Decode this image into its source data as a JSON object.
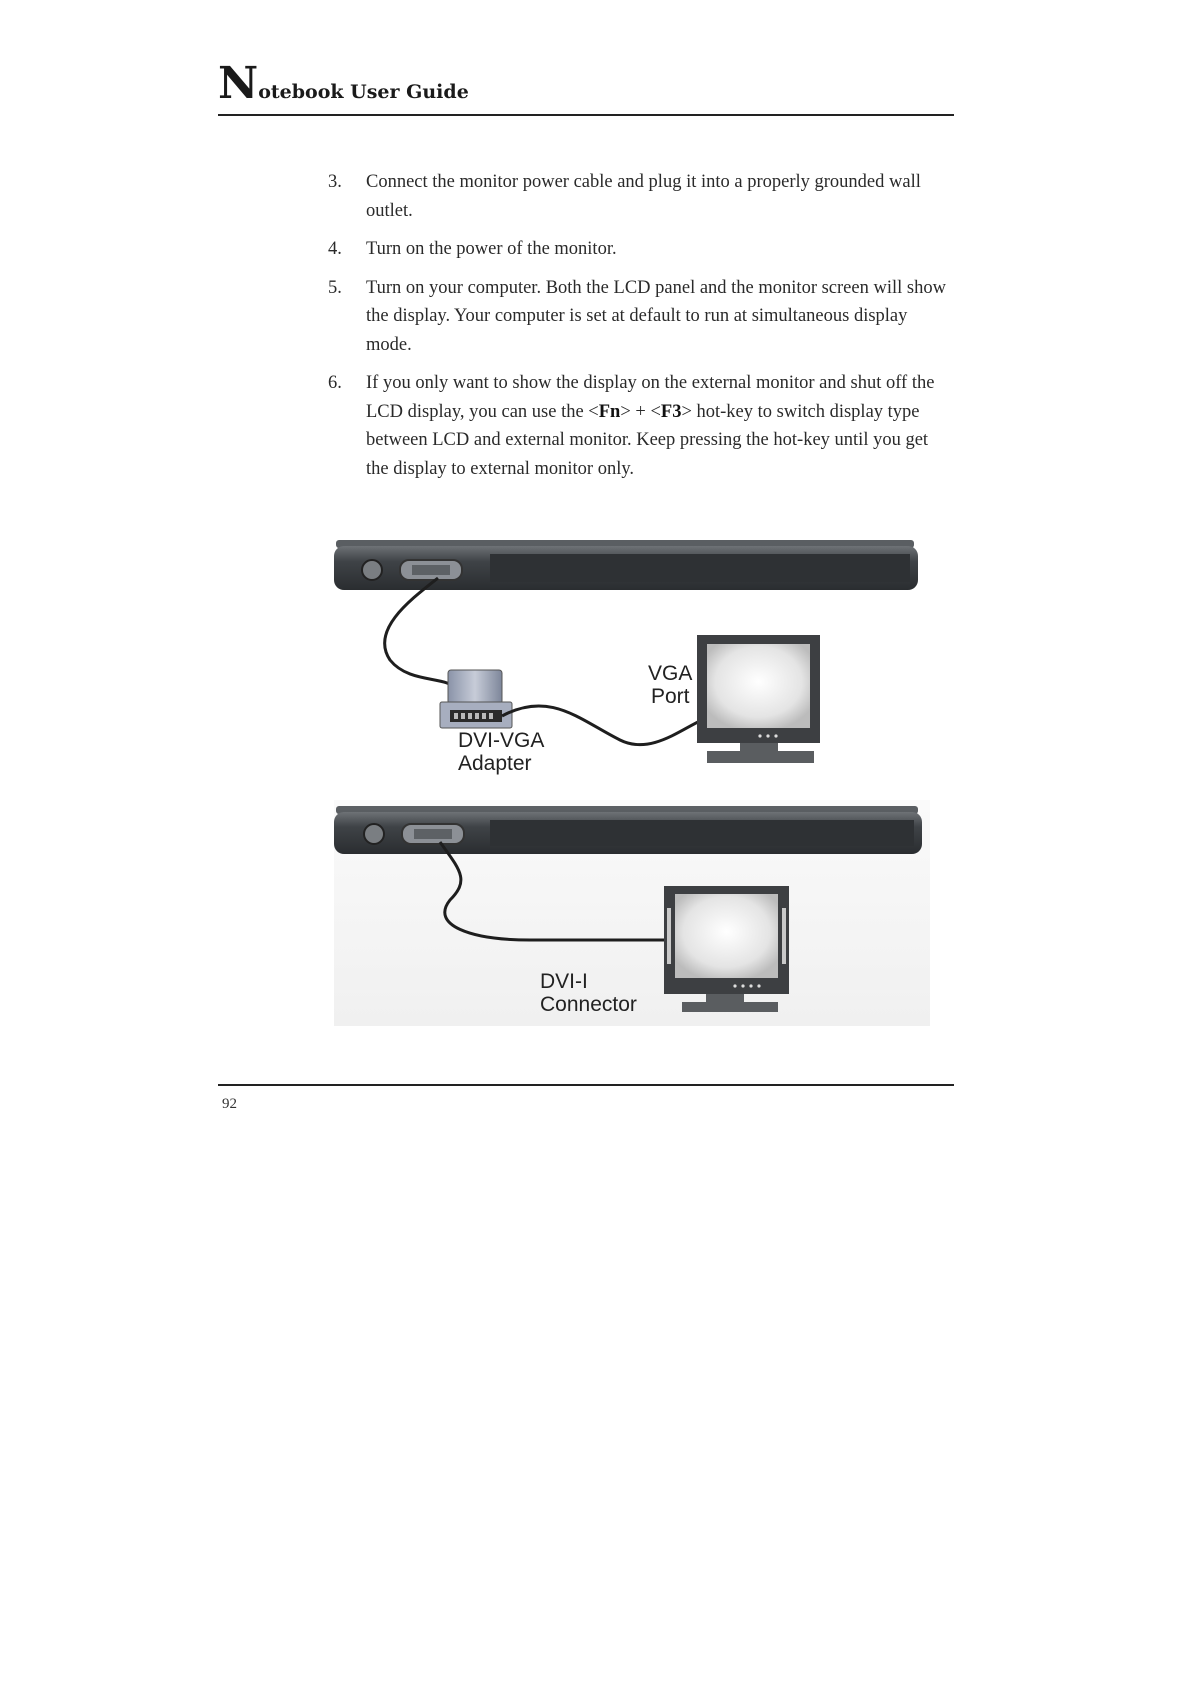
{
  "header": {
    "initial": "N",
    "rest": "otebook User Guide"
  },
  "steps": [
    {
      "num": "3.",
      "text": "Connect the monitor power cable and plug it into a properly grounded wall outlet."
    },
    {
      "num": "4.",
      "text": "Turn on the power of the monitor."
    },
    {
      "num": "5.",
      "text": "Turn on your computer. Both the LCD panel and the monitor screen will show the display. Your computer is set at default to run at simultaneous display mode."
    },
    {
      "num": "6.",
      "text_before": "If you only want to show the display on the external monitor and shut off the LCD display, you can use the <",
      "key1": "Fn",
      "text_mid": "> + <",
      "key2": "F3",
      "text_after": "> hot-key to switch display type between LCD and external monitor. Keep pressing the hot-key until you get the display to external monitor only."
    }
  ],
  "figure": {
    "vga_label_line1": "VGA",
    "vga_label_line2": "Port",
    "adapter_label_line1": "DVI-VGA",
    "adapter_label_line2": "Adapter",
    "dvi_label_line1": "DVI-I",
    "dvi_label_line2": "Connector"
  },
  "footer": {
    "page_number": "92"
  }
}
